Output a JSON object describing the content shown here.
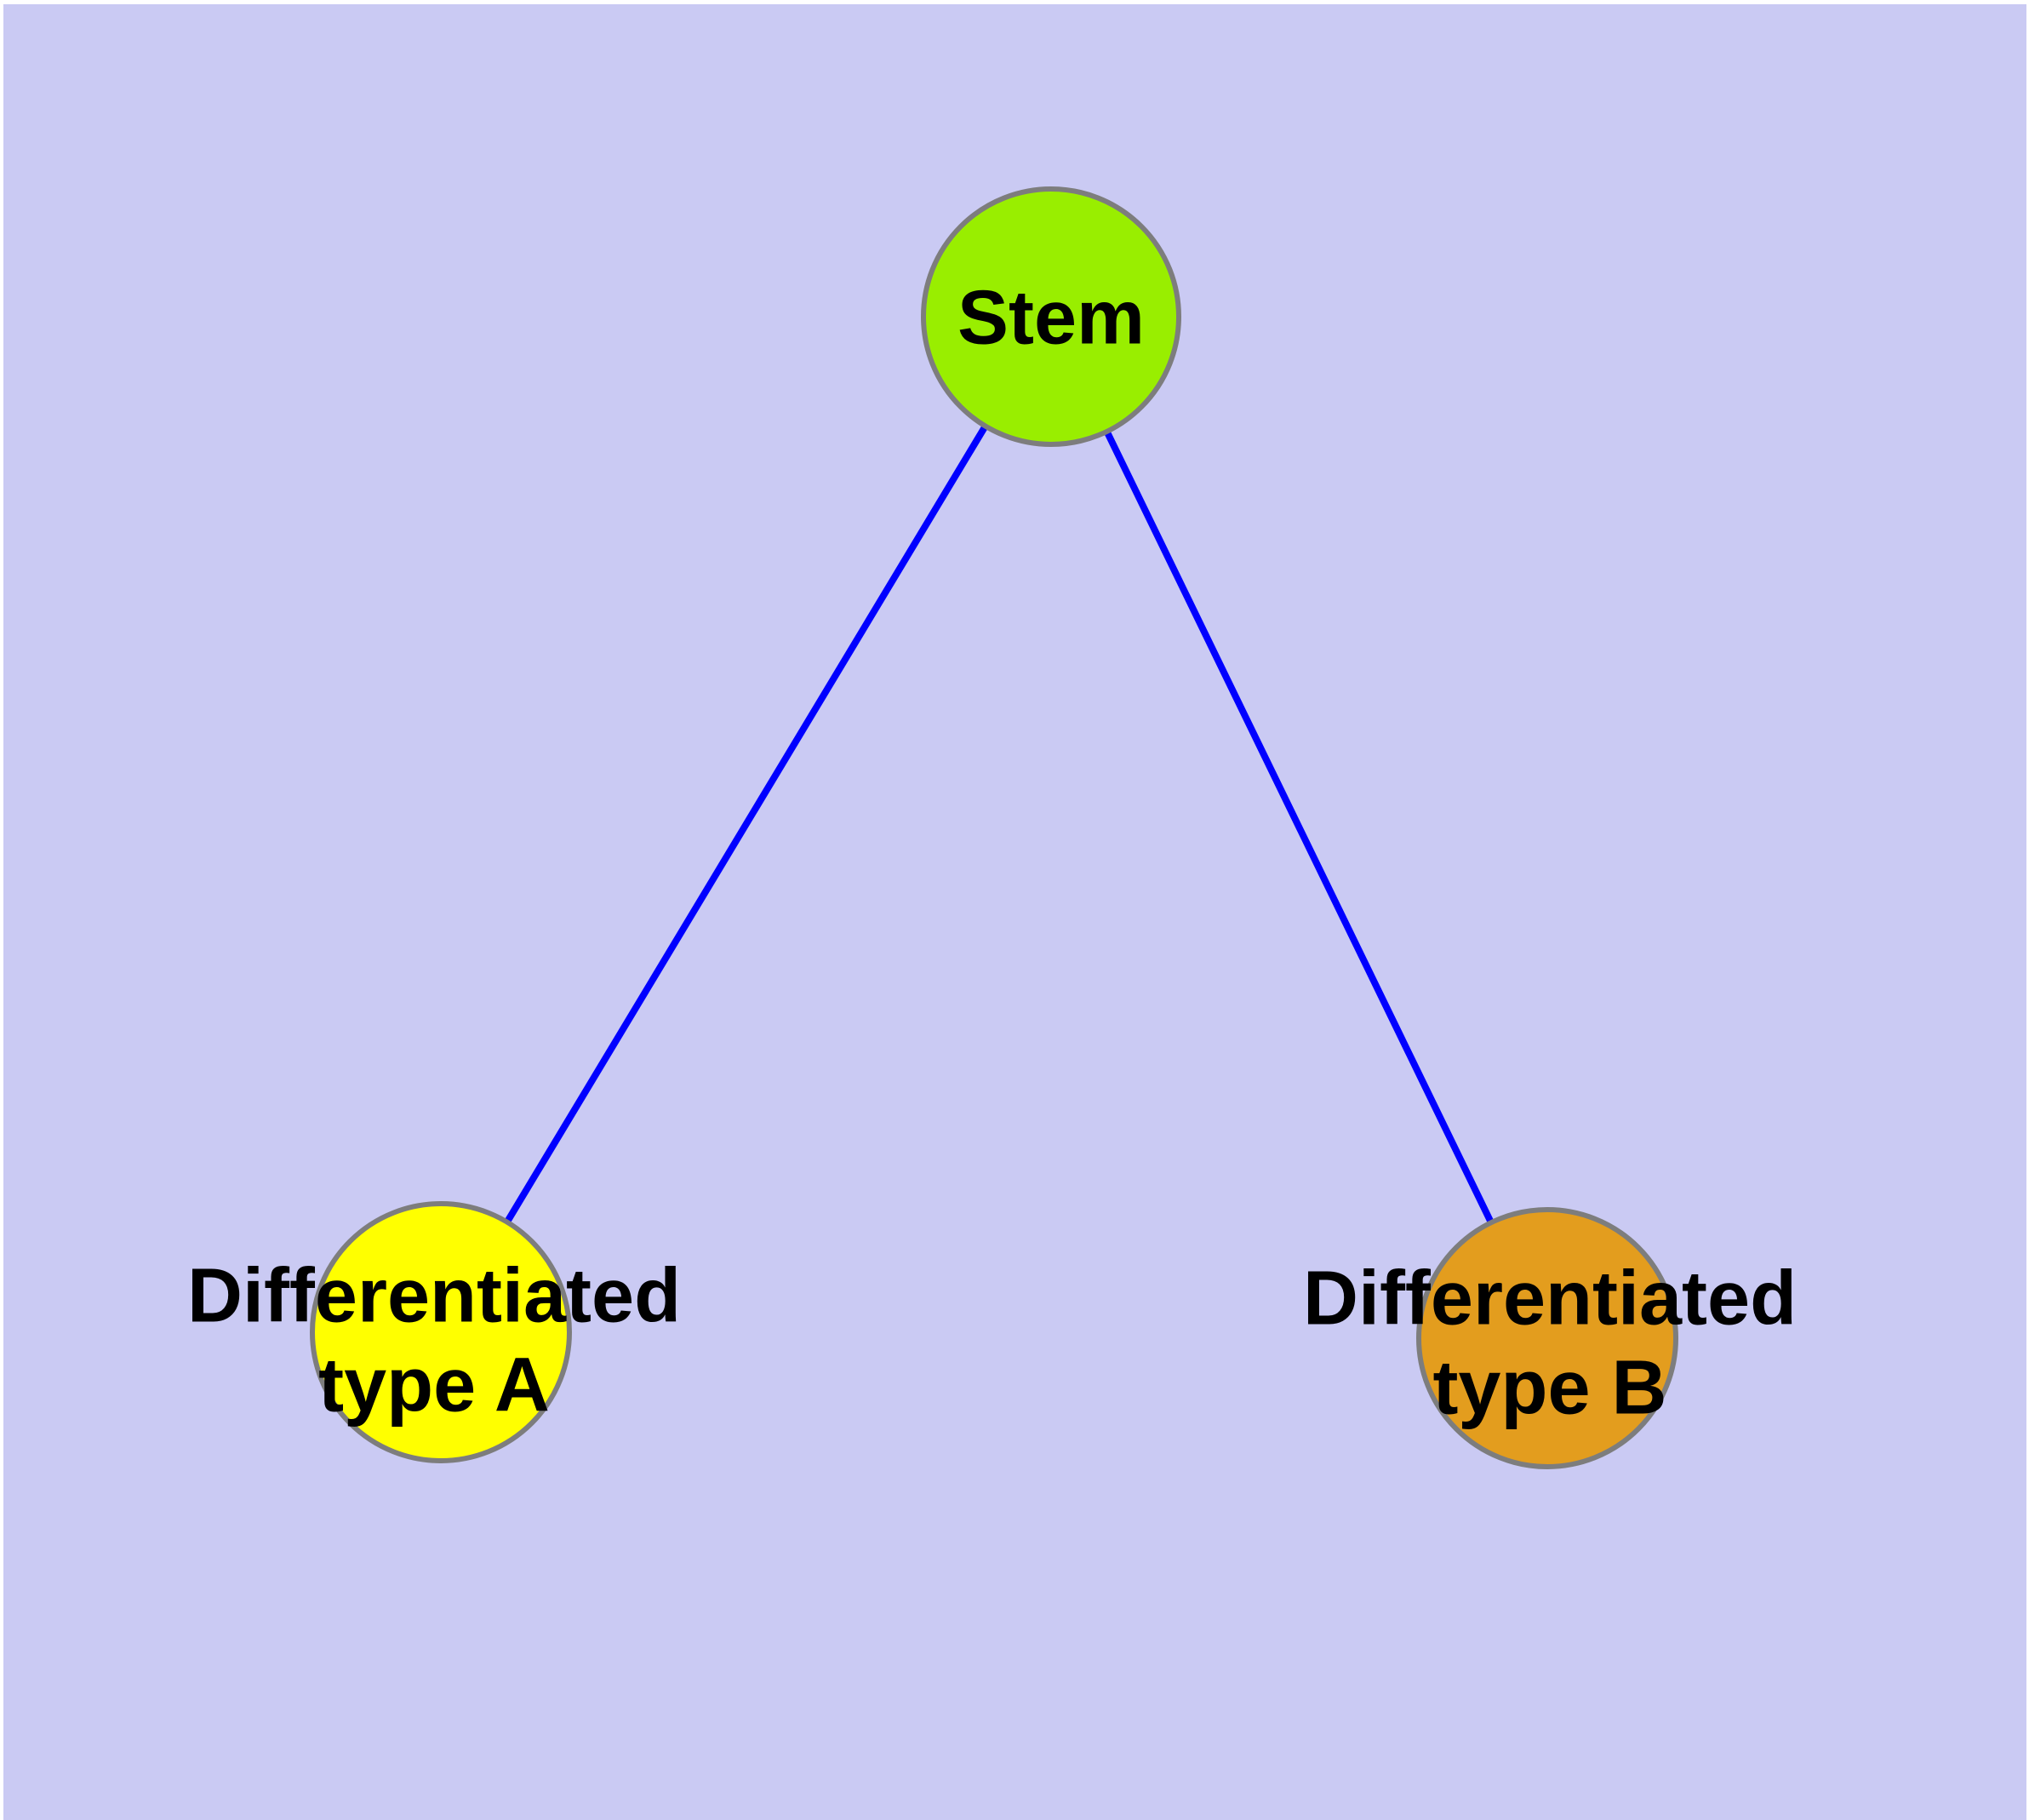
{
  "diagram": {
    "type": "graph",
    "colors": {
      "background": "#cacaf3",
      "page_margin": "#ffffff",
      "edge": "#0000ff",
      "node_border": "#7d7d7d",
      "label_text": "#000000"
    },
    "nodes": [
      {
        "id": "stem",
        "label": "Stem",
        "color": "#99ee00"
      },
      {
        "id": "differentiated-type-a",
        "label": "Differentiated\ntype A",
        "color": "#ffff00"
      },
      {
        "id": "differentiated-type-b",
        "label": "Differentiated\ntype B",
        "color": "#e39d1e"
      }
    ],
    "edges": [
      {
        "from": "Stem",
        "to": "Differentiated type A"
      },
      {
        "from": "Stem",
        "to": "Differentiated type B"
      }
    ]
  }
}
